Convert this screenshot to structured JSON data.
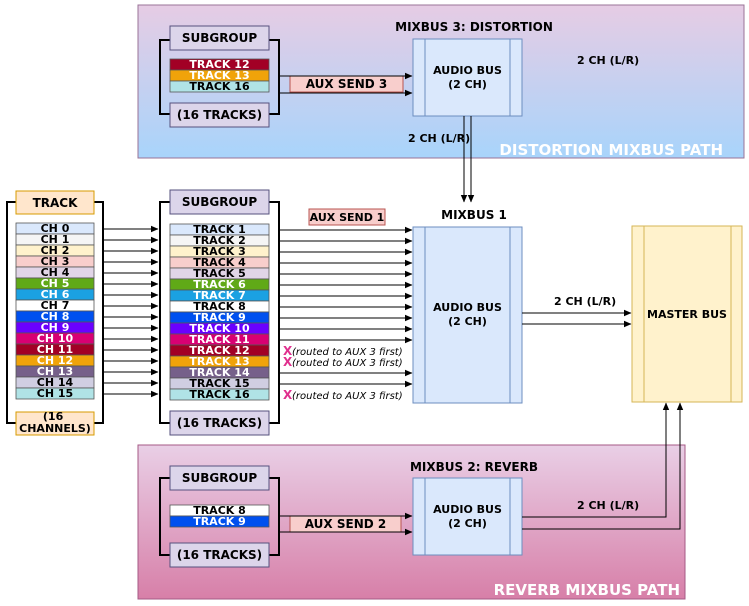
{
  "panels": {
    "distortion": {
      "label": "DISTORTION MIXBUS PATH"
    },
    "reverb": {
      "label": "REVERB MIXBUS PATH"
    }
  },
  "colors": {
    "distortion_top": "#e6cce4",
    "distortion_bottom": "#a8d4fb",
    "reverb_top": "#e9cfe6",
    "reverb_bottom": "#d77fa8",
    "audio_bus_fill": "#dae8fc",
    "audio_bus_stroke": "#6c8ebf",
    "master_fill": "#fff2cc",
    "master_stroke": "#d6b656",
    "subgroup_fill": "#dcd5ea",
    "track_label_fill": "#ffe6cc",
    "aux_fill": "#f8cecc",
    "x_mark": "#e0308e"
  },
  "mixbus3": {
    "title": "MIXBUS 3: DISTORTION",
    "bus_label": "AUDIO BUS",
    "bus_sub": "(2 CH)",
    "out_label": "2 CH (L/R)",
    "side_label": "2 CH (L/R)",
    "subgroup": "SUBGROUP",
    "tracks_footer": "(16 TRACKS)",
    "aux": "AUX SEND 3",
    "tracks": [
      {
        "label": "TRACK 12",
        "color": "#a20025",
        "text": "#ffffff"
      },
      {
        "label": "TRACK 13",
        "color": "#f0a30a",
        "text": "#ffffff"
      },
      {
        "label": "TRACK 16",
        "color": "#b0e3e6",
        "text": "#000000"
      }
    ]
  },
  "main": {
    "track_header": "TRACK",
    "channels_footer": "(16 CHANNELS)",
    "subgroup": "SUBGROUP",
    "tracks_footer": "(16 TRACKS)",
    "aux": "AUX SEND 1",
    "mixbus_title": "MIXBUS 1",
    "bus_label": "AUDIO BUS",
    "bus_sub": "(2 CH)",
    "out_label": "2 CH (L/R)",
    "master_label": "MASTER BUS",
    "x_mark": "X",
    "routed_note": "(routed to AUX 3 first)",
    "channels": [
      {
        "label": "CH 0",
        "color": "#dae8fc",
        "text": "#000000"
      },
      {
        "label": "CH 1",
        "color": "#f5f5f5",
        "text": "#000000"
      },
      {
        "label": "CH 2",
        "color": "#fff2cc",
        "text": "#000000"
      },
      {
        "label": "CH 3",
        "color": "#f8cecc",
        "text": "#000000"
      },
      {
        "label": "CH 4",
        "color": "#e1d5e7",
        "text": "#000000"
      },
      {
        "label": "CH 5",
        "color": "#60a917",
        "text": "#ffffff"
      },
      {
        "label": "CH 6",
        "color": "#1ba1e2",
        "text": "#ffffff"
      },
      {
        "label": "CH 7",
        "color": "#ffffff",
        "text": "#000000"
      },
      {
        "label": "CH 8",
        "color": "#0050ef",
        "text": "#ffffff"
      },
      {
        "label": "CH 9",
        "color": "#6a00ff",
        "text": "#ffffff"
      },
      {
        "label": "CH 10",
        "color": "#d80073",
        "text": "#ffffff"
      },
      {
        "label": "CH 11",
        "color": "#a20025",
        "text": "#ffffff"
      },
      {
        "label": "CH 12",
        "color": "#f0a30a",
        "text": "#ffffff"
      },
      {
        "label": "CH 13",
        "color": "#76608a",
        "text": "#ffffff"
      },
      {
        "label": "CH 14",
        "color": "#d0cee2",
        "text": "#000000"
      },
      {
        "label": "CH 15",
        "color": "#b0e3e6",
        "text": "#000000"
      }
    ],
    "tracks": [
      {
        "label": "TRACK 1",
        "color": "#dae8fc",
        "text": "#000000",
        "routed": false
      },
      {
        "label": "TRACK 2",
        "color": "#f5f5f5",
        "text": "#000000",
        "routed": false
      },
      {
        "label": "TRACK 3",
        "color": "#fff2cc",
        "text": "#000000",
        "routed": false
      },
      {
        "label": "TRACK 4",
        "color": "#f8cecc",
        "text": "#000000",
        "routed": false
      },
      {
        "label": "TRACK 5",
        "color": "#e1d5e7",
        "text": "#000000",
        "routed": false
      },
      {
        "label": "TRACK 6",
        "color": "#60a917",
        "text": "#ffffff",
        "routed": false
      },
      {
        "label": "TRACK 7",
        "color": "#1ba1e2",
        "text": "#ffffff",
        "routed": false
      },
      {
        "label": "TRACK 8",
        "color": "#ffffff",
        "text": "#000000",
        "routed": false
      },
      {
        "label": "TRACK 9",
        "color": "#0050ef",
        "text": "#ffffff",
        "routed": false
      },
      {
        "label": "TRACK 10",
        "color": "#6a00ff",
        "text": "#ffffff",
        "routed": false
      },
      {
        "label": "TRACK 11",
        "color": "#d80073",
        "text": "#ffffff",
        "routed": false
      },
      {
        "label": "TRACK 12",
        "color": "#a20025",
        "text": "#ffffff",
        "routed": true
      },
      {
        "label": "TRACK 13",
        "color": "#f0a30a",
        "text": "#ffffff",
        "routed": true
      },
      {
        "label": "TRACK 14",
        "color": "#76608a",
        "text": "#ffffff",
        "routed": false
      },
      {
        "label": "TRACK 15",
        "color": "#d0cee2",
        "text": "#000000",
        "routed": false
      },
      {
        "label": "TRACK 16",
        "color": "#b0e3e6",
        "text": "#000000",
        "routed": true
      }
    ]
  },
  "mixbus2": {
    "title": "MIXBUS 2: REVERB",
    "bus_label": "AUDIO BUS",
    "bus_sub": "(2 CH)",
    "out_label": "2 CH (L/R)",
    "subgroup": "SUBGROUP",
    "tracks_footer": "(16 TRACKS)",
    "aux": "AUX SEND 2",
    "tracks": [
      {
        "label": "TRACK 8",
        "color": "#ffffff",
        "text": "#000000"
      },
      {
        "label": "TRACK 9",
        "color": "#0050ef",
        "text": "#ffffff"
      }
    ]
  }
}
